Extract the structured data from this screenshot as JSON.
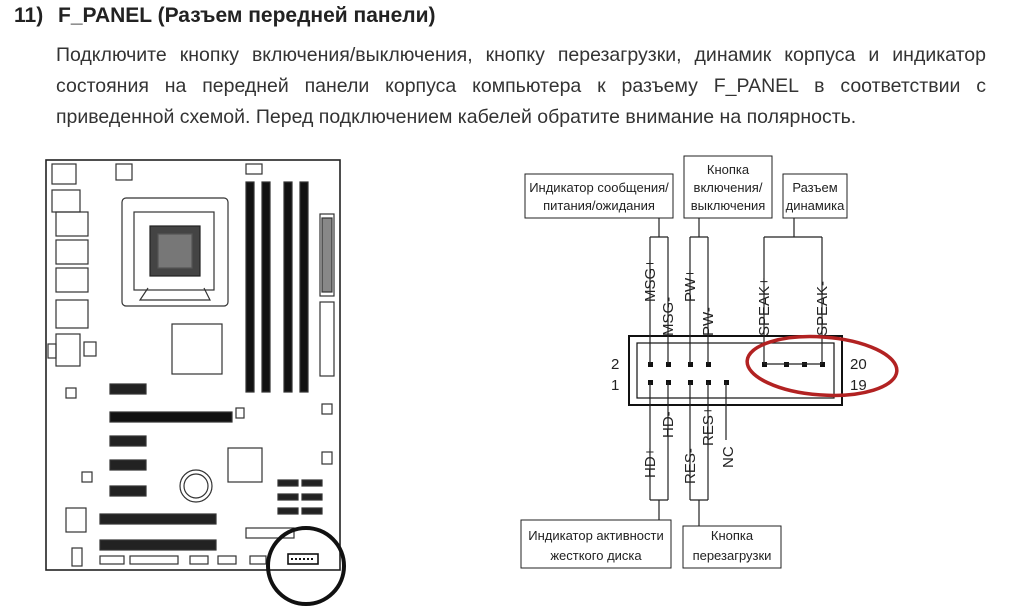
{
  "section": {
    "number": "11)",
    "title": "F_PANEL (Разъем передней панели)",
    "description": "Подключите кнопку включения/выключения, кнопку перезагрузки, динамик корпуса и индикатор состояния на передней панели корпуса компьютера к разъему F_PANEL в соответствии с приведенной схемой. Перед подключением кабелей обратите внимание на полярность."
  },
  "diagram": {
    "labels": {
      "msg_line1": "Индикатор сообщения/",
      "msg_line2": "питания/ожидания",
      "power_line1": "Кнопка",
      "power_line2": "включения/",
      "power_line3": "выключения",
      "speaker_line1": "Разъем",
      "speaker_line2": "динамика",
      "hdd_line1": "Индикатор активности",
      "hdd_line2": "жесткого диска",
      "reset_line1": "Кнопка",
      "reset_line2": "перезагрузки"
    },
    "pins_top": [
      "MSG+",
      "MSG-",
      "PW+",
      "PW-",
      "SPEAK+",
      "SPEAK-"
    ],
    "pins_bottom": [
      "HD+",
      "HD-",
      "RES-",
      "RES+",
      "NC"
    ],
    "row_numbers": {
      "left_top": "2",
      "left_bottom": "1",
      "right_top": "20",
      "right_bottom": "19"
    },
    "highlight_color": "#b22222"
  }
}
